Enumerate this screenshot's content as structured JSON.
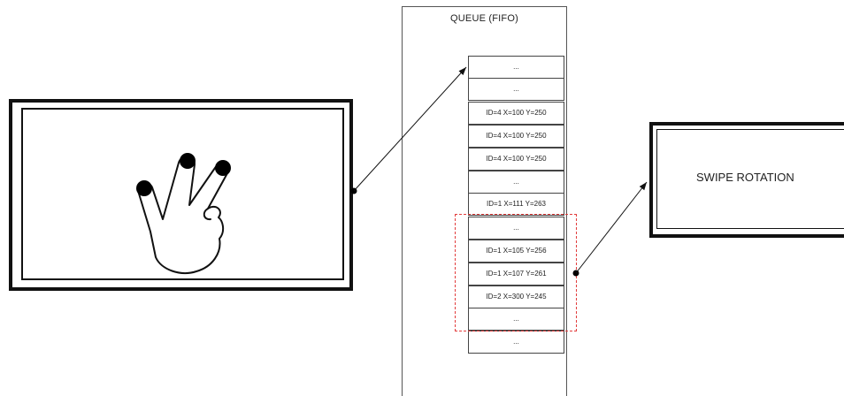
{
  "queue": {
    "title": "QUEUE (FIFO)",
    "entries": [
      "...",
      "...",
      "ID=4 X=100 Y=250",
      "ID=4 X=100 Y=250",
      "ID=4 X=100 Y=250",
      "...",
      "ID=1 X=111 Y=263",
      "...",
      "ID=1 X=105 Y=256",
      "ID=1 X=107 Y=261",
      "ID=2 X=300 Y=245",
      "...",
      "..."
    ]
  },
  "gesture_result": {
    "label": "SWIPE ROTATION"
  },
  "colors": {
    "highlight": "#e23c3c",
    "stroke": "#111111"
  }
}
